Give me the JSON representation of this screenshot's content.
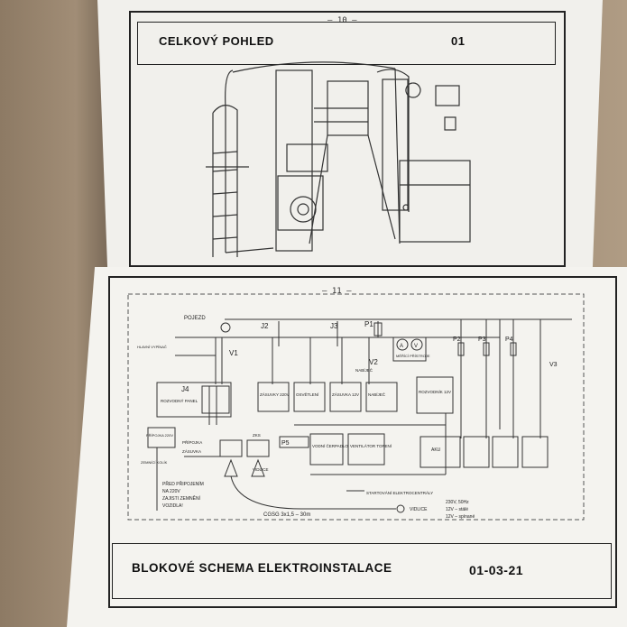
{
  "top_page": {
    "page_number": "– 10 –",
    "title": "CELKOVÝ POHLED",
    "code": "01"
  },
  "bottom_page": {
    "page_number": "– 11 –",
    "title": "BLOKOVÉ SCHEMA ELEKTROINSTALACE",
    "code": "01-03-21"
  },
  "schema": {
    "pojezd": "POJEZD",
    "j2": "J2",
    "j3": "J3",
    "p1": "P1",
    "v1": "V1",
    "v2": "V2",
    "v2_sub": "NABÍJEČ",
    "j4": "J4",
    "j4_sub": "ROZVODNÝ PANEL",
    "meters": [
      "A",
      "V"
    ],
    "meters_sub": "MĚŘÍCÍ PŘÍSTROJE",
    "p2": "P2",
    "p3": "P3",
    "p4": "P4",
    "v3": "V3",
    "p5": "P5",
    "boxes": {
      "zasuvky": "ZÁSUVKY 220V",
      "osvetleni": "OSVĚTLENÍ",
      "zasuvka_12": "ZÁSUVKA 12V",
      "nabijec": "NABÍJEČ",
      "rozvodnik": "ROZVODNÍK 12V",
      "vodni_cerpadlo": "VODNÍ ČERPADLO",
      "ventilator": "VENTILÁTOR TOPENÍ",
      "aku": "AKU"
    },
    "left_labels": [
      "HLAVNÍ VYPÍNAČ",
      "PŘÍPOJKA 220V",
      "ZEMNÍCÍ KOLÍK"
    ],
    "mid_labels": [
      "PŘÍPOJKA",
      "ZÁSUVKA",
      "ZKS",
      "VIDLICE"
    ],
    "note_lines": [
      "PŘED PŘIPOJENÍM",
      "NA 220V",
      "ZAJISTI ZEMNĚNÍ",
      "VOZIDLA!"
    ],
    "cable_label": "CGSG 3x1,5 – 30m",
    "starter_label": "STARTOVÁNÍ ELEKTROCENTRÁLY",
    "vidlice_label": "VIDLICE",
    "legend_lines": [
      "230V, 50Hz",
      "12V – stálé",
      "12V – spínané"
    ]
  }
}
